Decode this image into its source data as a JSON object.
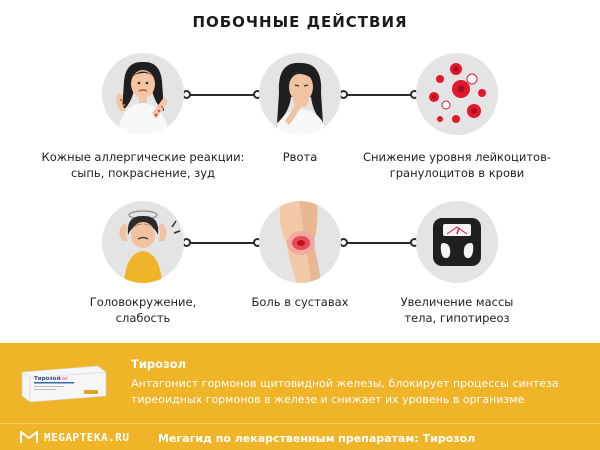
{
  "title": "ПОБОЧНЫЕ ДЕЙСТВИЯ",
  "effects": [
    {
      "label_1": "Кожные аллергические реакции:",
      "label_2": "сыпь, покраснение, зуд",
      "icon": "skin-allergy-icon"
    },
    {
      "label_1": "Рвота",
      "label_2": "",
      "icon": "vomiting-icon"
    },
    {
      "label_1": "Снижение уровня лейкоцитов-",
      "label_2": "гранулоцитов в крови",
      "icon": "blood-cells-icon"
    },
    {
      "label_1": "Головокружение,",
      "label_2": "слабость",
      "icon": "dizziness-icon"
    },
    {
      "label_1": "Боль в суставах",
      "label_2": "",
      "icon": "knee-joint-icon"
    },
    {
      "label_1": "Увеличение массы",
      "label_2": "тела, гипотиреоз",
      "icon": "scale-icon"
    }
  ],
  "drug": {
    "name": "Тирозол",
    "description": "Антагонист гормонов щитовидной железы, блокирует процессы синтеза тиреоидных гормонов в железе и снижает их уровень в организме",
    "pack_label": "Тирозол",
    "pack_dose": "5 мг"
  },
  "footer": {
    "logo": "MEGAPTEKA.RU",
    "text": "Мегагид по лекарственным препаратам: Тирозол"
  },
  "colors": {
    "accent": "#f0b429",
    "circle_bg": "#e4e4e4",
    "connector": "#2a2a2a",
    "blood_red": "#e0182d"
  }
}
